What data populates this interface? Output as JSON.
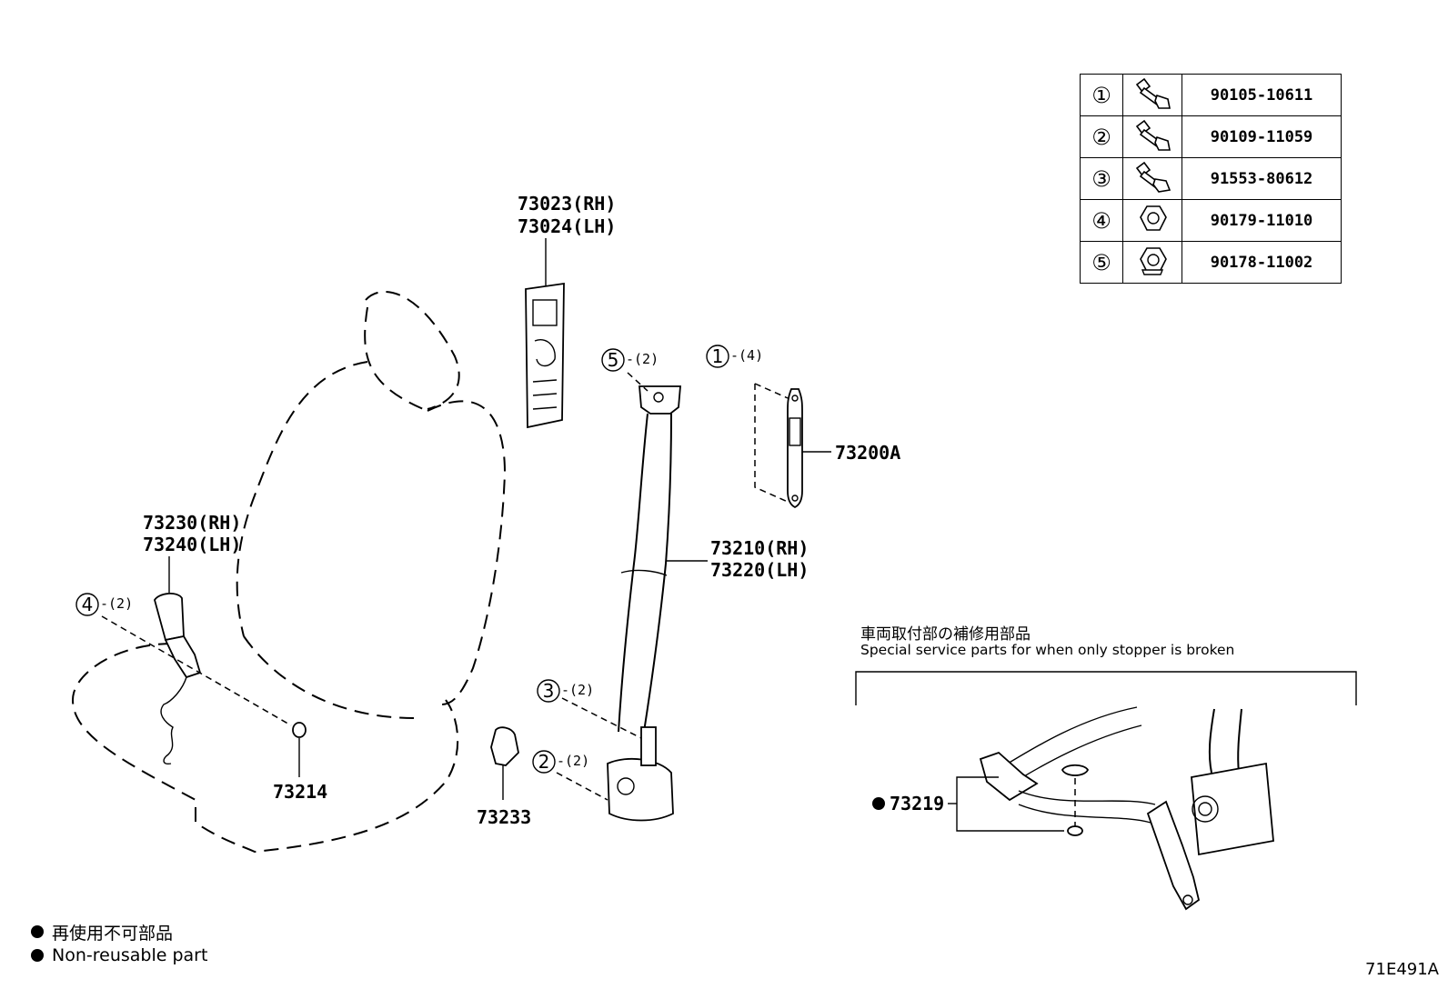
{
  "fastener_table": [
    {
      "num": "①",
      "icon": "bolt-icon",
      "part": "90105-10611"
    },
    {
      "num": "②",
      "icon": "bolt-icon",
      "part": "90109-11059"
    },
    {
      "num": "③",
      "icon": "bolt-icon",
      "part": "91553-80612"
    },
    {
      "num": "④",
      "icon": "nut-icon",
      "part": "90179-11010"
    },
    {
      "num": "⑤",
      "icon": "nut-icon",
      "part": "90178-11002"
    }
  ],
  "callouts": {
    "pillar_garnish_rh": "73023(RH)",
    "pillar_garnish_lh": "73024(LH)",
    "adjuster": "73200A",
    "belt_rh": "73210(RH)",
    "belt_lh": "73220(LH)",
    "buckle_rh": "73230(RH)",
    "buckle_lh": "73240(LH)",
    "washer": "73214",
    "cover": "73233",
    "stopper": "73219"
  },
  "fastener_refs": [
    {
      "num": "5",
      "qty": "-(2)"
    },
    {
      "num": "1",
      "qty": "-(4)"
    },
    {
      "num": "4",
      "qty": "-(2)"
    },
    {
      "num": "3",
      "qty": "-(2)"
    },
    {
      "num": "2",
      "qty": "-(2)"
    }
  ],
  "special_section": {
    "title_jp": "車両取付部の補修用部品",
    "title_en": "Special service parts for when only stopper is broken"
  },
  "legend": {
    "jp": "再使用不可部品",
    "en": "Non-reusable part"
  },
  "diagram_id": "71E491A"
}
